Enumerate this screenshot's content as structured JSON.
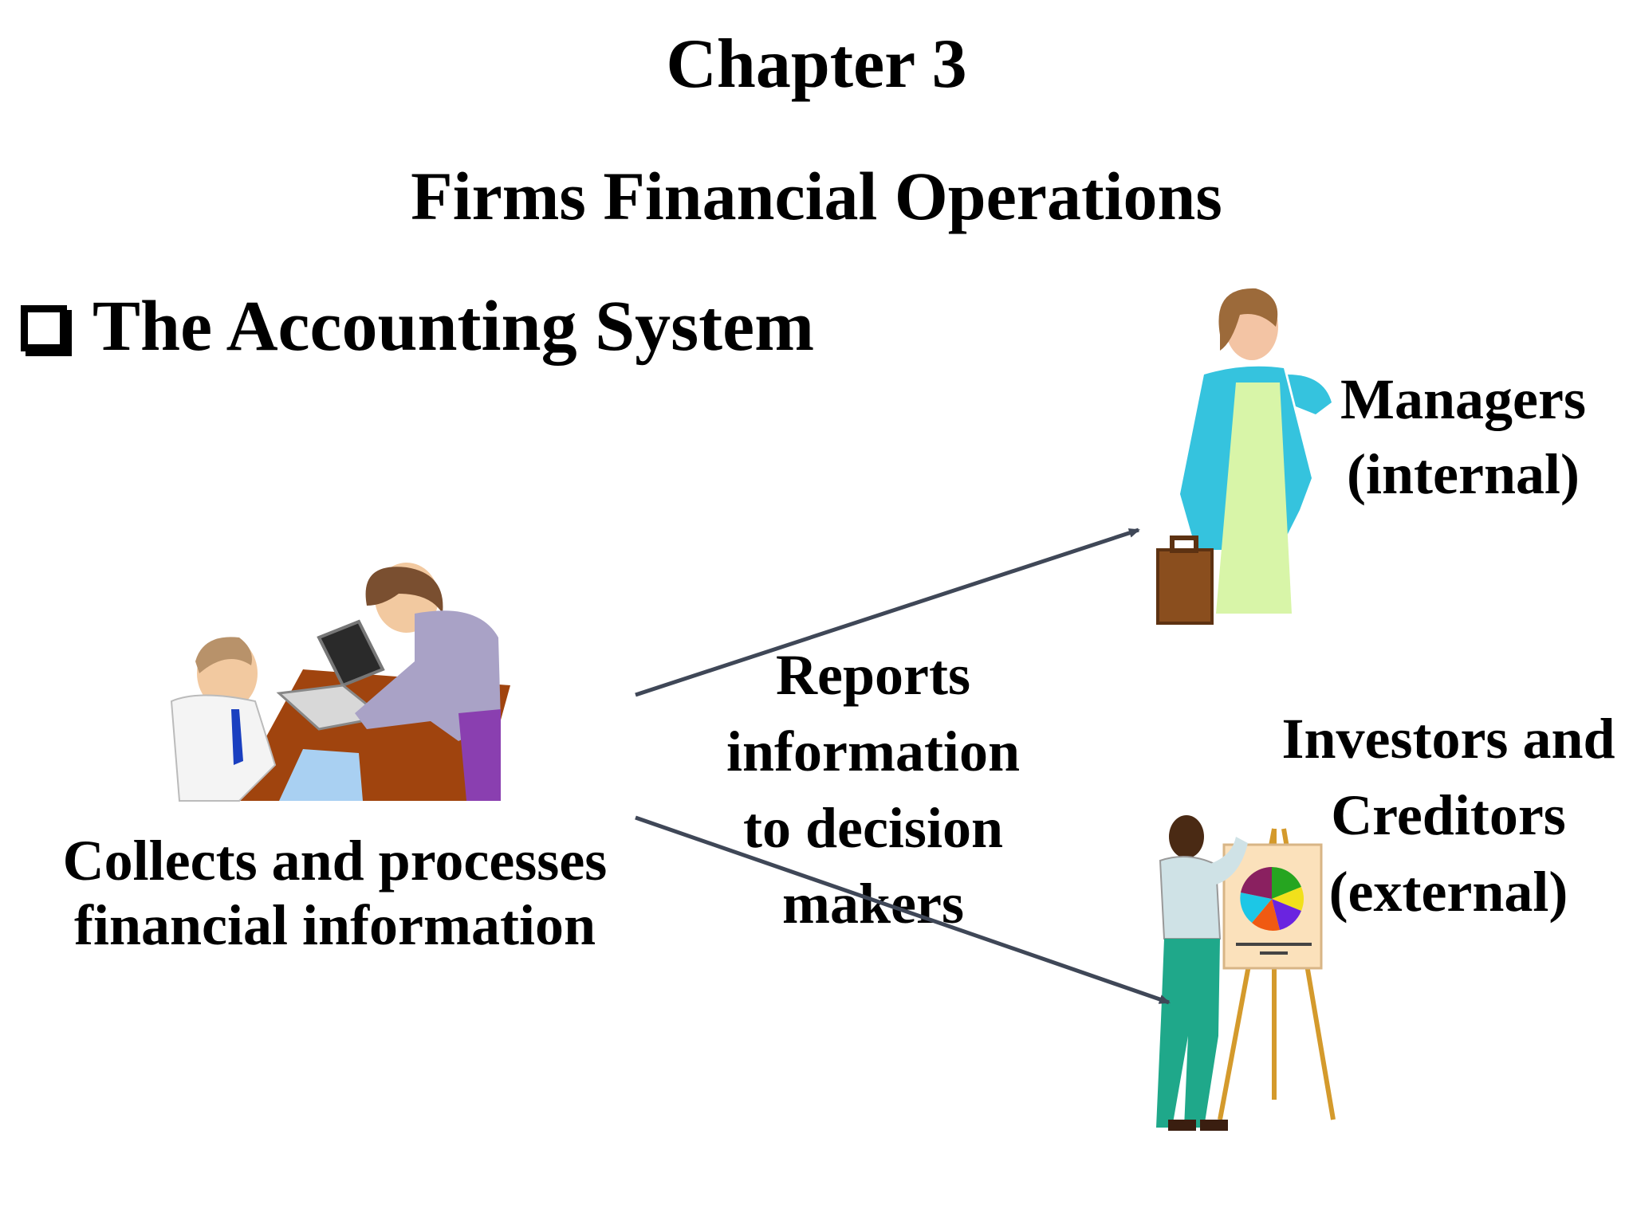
{
  "slide": {
    "chapter": "Chapter 3",
    "title": "Firms Financial Operations",
    "section": "The Accounting System"
  },
  "diagram": {
    "source_label_lines": [
      "Collects and processes",
      "financial information"
    ],
    "flow_label_lines": [
      "Reports",
      "information",
      "to decision",
      "makers"
    ],
    "target_internal_lines": [
      "Managers",
      "(internal)"
    ],
    "target_external_lines": [
      "Investors and",
      "Creditors",
      "(external)"
    ],
    "arrow_color": "#3f4757"
  },
  "icons": [
    "checkbox-bullet-icon",
    "office-workers-clipart",
    "businesswoman-clipart",
    "presenter-easel-clipart"
  ]
}
